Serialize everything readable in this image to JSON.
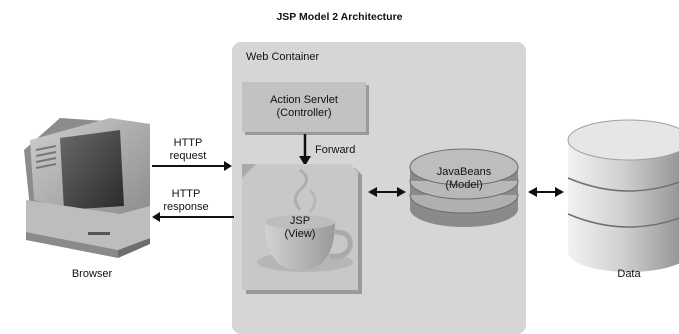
{
  "title": "JSP Model 2 Architecture",
  "web_container": {
    "label": "Web Container",
    "controller": {
      "name": "Action Servlet",
      "role": "(Controller)"
    },
    "forward_label": "Forward",
    "view": {
      "name": "JSP",
      "role": "(View)"
    },
    "model": {
      "name": "JavaBeans",
      "role": "(Model)"
    }
  },
  "http": {
    "request": {
      "line1": "HTTP",
      "line2": "request"
    },
    "response": {
      "line1": "HTTP",
      "line2": "response"
    }
  },
  "browser_label": "Browser",
  "data_label": "Data"
}
